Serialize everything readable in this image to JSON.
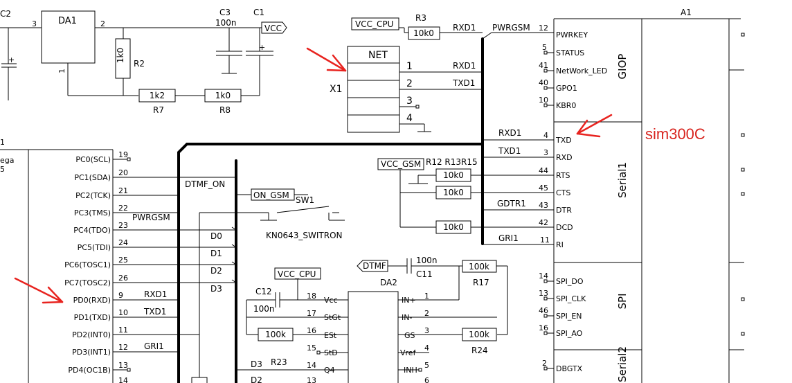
{
  "top_left": {
    "c2": "C2",
    "da1": "DA1",
    "pin3": "3",
    "pin2": "2",
    "pin1": "1",
    "r2_val": "1k0",
    "r2": "R2",
    "c3": "C3",
    "c3_val": "100n",
    "c1": "C1",
    "vcc": "VCC",
    "r7_val": "1k2",
    "r7": "R7",
    "r8_val": "1k0",
    "r8": "R8",
    "plus": "+"
  },
  "x1": {
    "vcc_cpu": "VCC_CPU",
    "r3": "R3",
    "r3_val": "10k0",
    "rxd1_top": "RXD1",
    "net": "NET",
    "label": "X1",
    "pins": [
      "1",
      "2",
      "3",
      "4"
    ],
    "rxd1": "RXD1",
    "txd1": "TXD1"
  },
  "bus_nets": {
    "pwrgsm": "PWRGSM",
    "rxd1": "RXD1",
    "txd1": "TXD1",
    "gdtr1": "GDTR1",
    "gri1": "GRI1"
  },
  "a1": {
    "title": "A1",
    "left_pins": [
      {
        "num": "12",
        "name": "PWRKEY"
      },
      {
        "num": "5",
        "name": "STATUS"
      },
      {
        "num": "41",
        "name": "NetWork_LED"
      },
      {
        "num": "40",
        "name": "GPO1"
      },
      {
        "num": "10",
        "name": "KBR0"
      },
      {
        "num": "4",
        "name": "TXD"
      },
      {
        "num": "3",
        "name": "RXD"
      },
      {
        "num": "44",
        "name": "RTS"
      },
      {
        "num": "45",
        "name": "CTS"
      },
      {
        "num": "43",
        "name": "DTR"
      },
      {
        "num": "42",
        "name": "DCD"
      },
      {
        "num": "11",
        "name": "RI"
      },
      {
        "num": "14",
        "name": "SPI_DO"
      },
      {
        "num": "13",
        "name": "SPI_CLK"
      },
      {
        "num": "46",
        "name": "SPI_EN"
      },
      {
        "num": "16",
        "name": "SPI_AO"
      },
      {
        "num": "2",
        "name": "DBGTX"
      }
    ],
    "sections": [
      "GIOP",
      "Serial1",
      "SPI",
      "Serial2"
    ],
    "annotation": "sim300C"
  },
  "resistor_bank": {
    "vcc_gsm": "VCC_GSM",
    "labels": "R12 R13R15",
    "vals": [
      "10k0",
      "10k0",
      "10k0"
    ]
  },
  "mcu": {
    "partial_labels": [
      "1",
      "ega",
      "5"
    ],
    "pins": [
      {
        "num": "19",
        "name": "PC0(SCL)"
      },
      {
        "num": "20",
        "name": "PC1(SDA)"
      },
      {
        "num": "21",
        "name": "PC2(TCK)"
      },
      {
        "num": "22",
        "name": "PC3(TMS)"
      },
      {
        "num": "23",
        "name": "PC4(TDO)"
      },
      {
        "num": "24",
        "name": "PC5(TDI)"
      },
      {
        "num": "25",
        "name": "PC6(TOSC1)"
      },
      {
        "num": "26",
        "name": "PC7(TOSC2)"
      },
      {
        "num": "9",
        "name": "PD0(RXD)"
      },
      {
        "num": "10",
        "name": "PD1(TXD)"
      },
      {
        "num": "11",
        "name": "PD2(INT0)"
      },
      {
        "num": "12",
        "name": "PD3(INT1)"
      },
      {
        "num": "13",
        "name": "PD4(OC1B)"
      },
      {
        "num": "14",
        "name": ""
      }
    ],
    "nets": {
      "dtmf_on": "DTMF_ON",
      "pwrgsm": "PWRGSM",
      "d0": "D0",
      "d1": "D1",
      "d2": "D2",
      "d3": "D3",
      "rxd1": "RXD1",
      "txd1": "TXD1",
      "gri1": "GRI1"
    }
  },
  "sw1": {
    "on_gsm": "ON_GSM",
    "label": "SW1",
    "part": "KN0643_SWITRON"
  },
  "dtmf": {
    "vcc_cpu": "VCC_CPU",
    "c12": "C12",
    "c12_val": "100n",
    "r_100k": "100k",
    "r23": "R23",
    "d3": "D3",
    "d2": "D2",
    "ic_left_pins": [
      {
        "num": "18",
        "name": "Vcc"
      },
      {
        "num": "17",
        "name": "StGt"
      },
      {
        "num": "16",
        "name": "ESt"
      },
      {
        "num": "15",
        "name": "StD"
      },
      {
        "num": "14",
        "name": "Q4"
      },
      {
        "num": "13",
        "name": ""
      }
    ],
    "ic_right_pins": [
      {
        "num": "1",
        "name": "IN+"
      },
      {
        "num": "2",
        "name": "IN-"
      },
      {
        "num": "3",
        "name": "GS"
      },
      {
        "num": "4",
        "name": "Vref"
      },
      {
        "num": "5",
        "name": "INH"
      },
      {
        "num": "6",
        "name": ""
      }
    ],
    "dtmf": "DTMF",
    "da2": "DA2",
    "c11_val": "100n",
    "c11": "C11",
    "r17_val": "100k",
    "r17": "R17",
    "r24_val": "100k",
    "r24": "R24"
  }
}
